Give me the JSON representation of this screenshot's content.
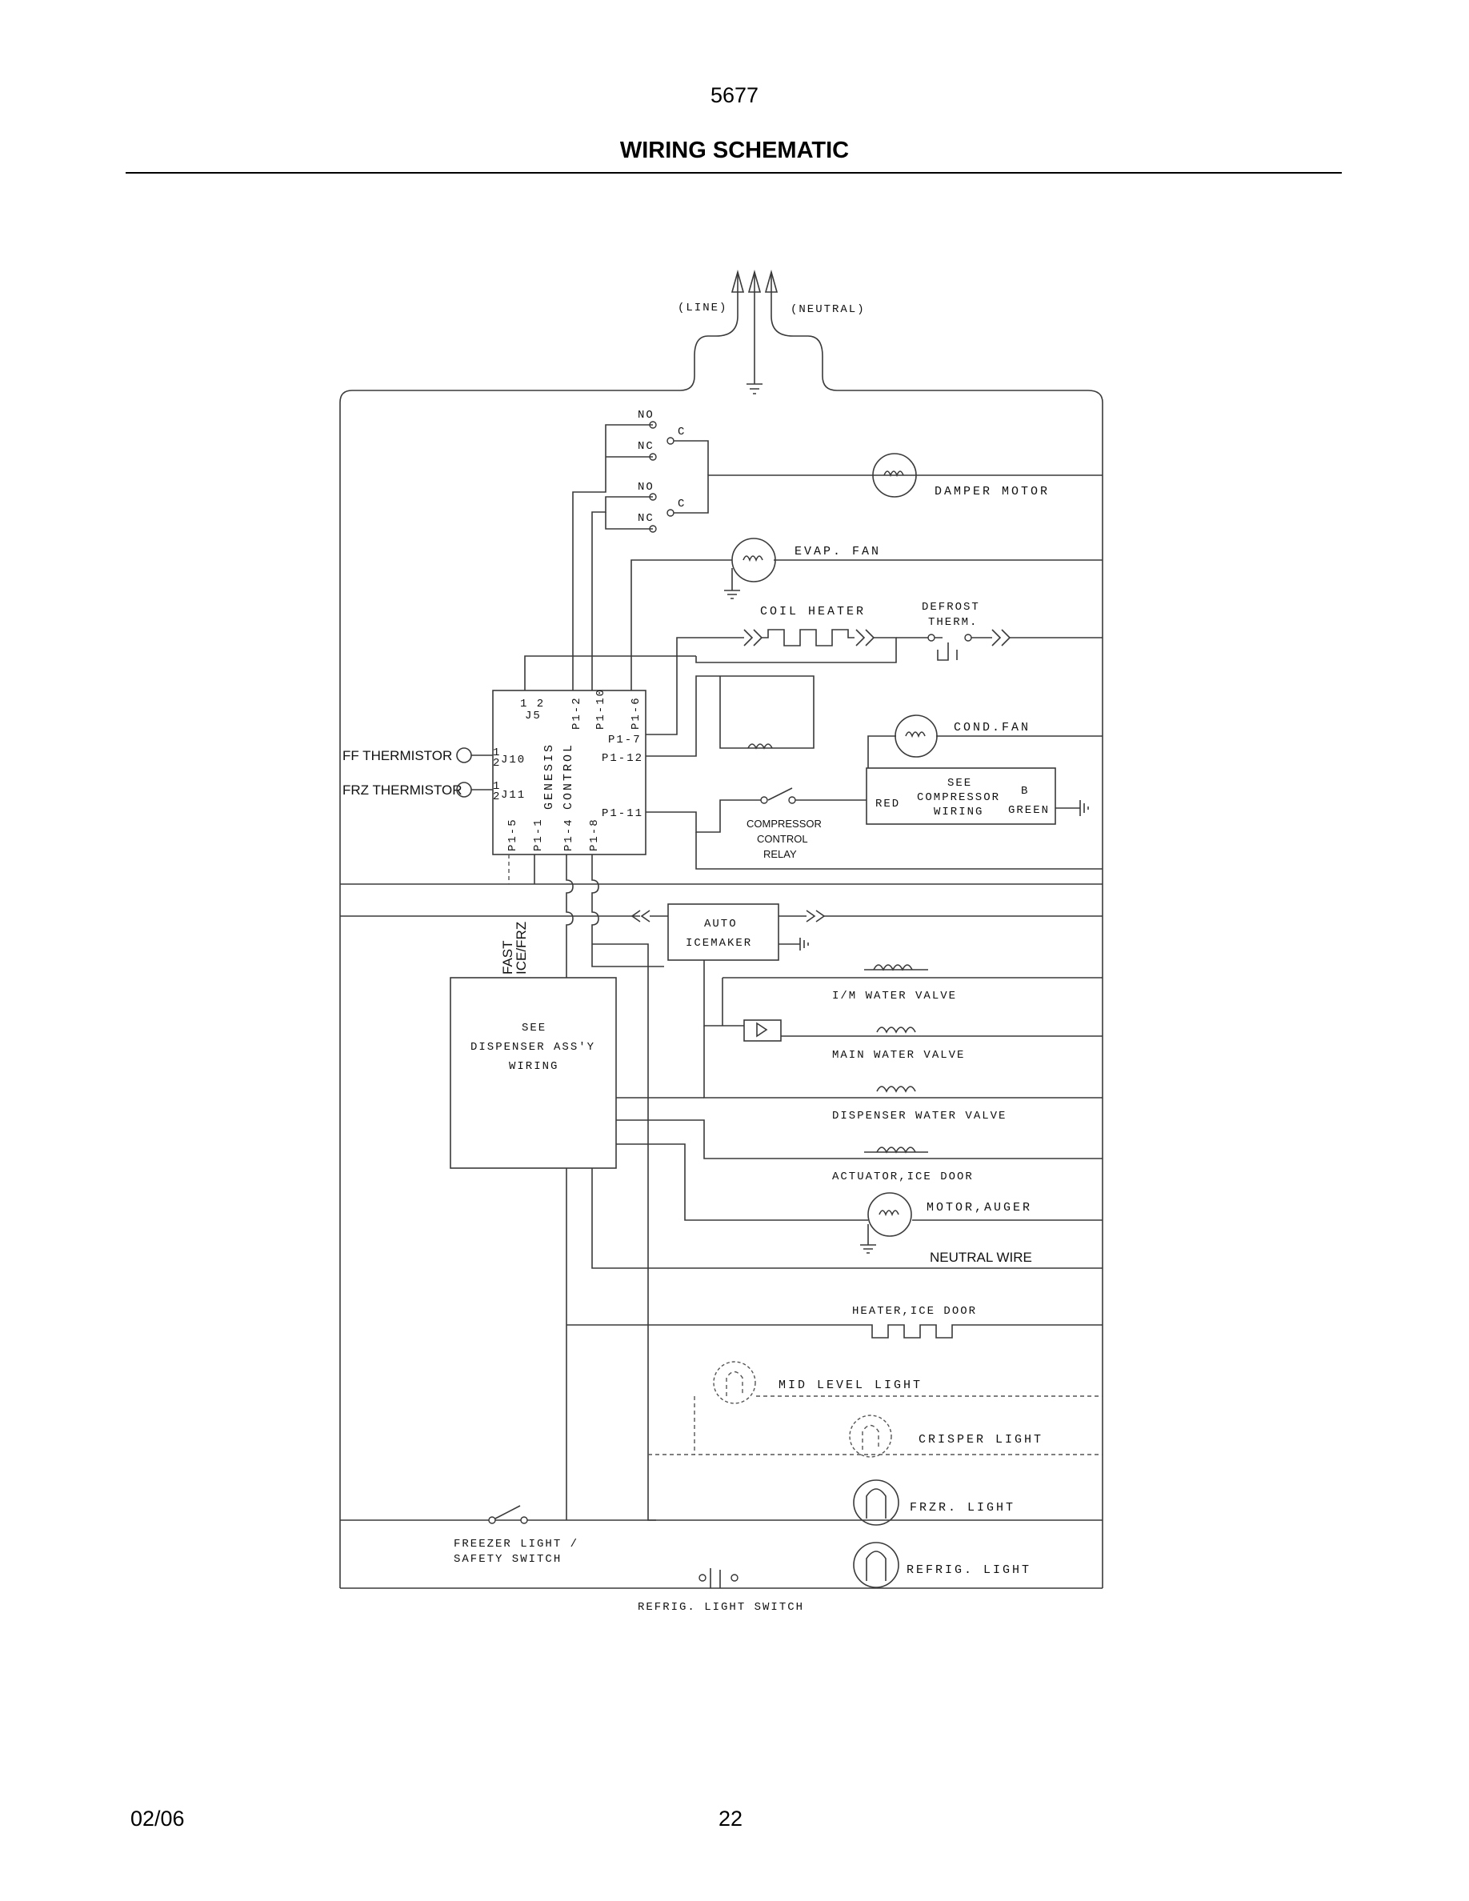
{
  "header": {
    "model_number": "5677",
    "title": "WIRING SCHEMATIC"
  },
  "footer": {
    "date": "02/06",
    "page_number": "22"
  },
  "schematic": {
    "supply": {
      "line": "(LINE)",
      "neutral": "(NEUTRAL)"
    },
    "switch_contacts": {
      "no": "NO",
      "nc": "NC",
      "c": "C"
    },
    "components": {
      "damper_motor": "DAMPER MOTOR",
      "evap_fan": "EVAP. FAN",
      "coil_heater": "COIL HEATER",
      "defrost_therm_1": "DEFROST",
      "defrost_therm_2": "THERM.",
      "cond_fan": "COND.FAN",
      "compressor_see": "SEE",
      "compressor_name": "COMPRESSOR",
      "compressor_wiring": "WIRING",
      "wire_red": "RED",
      "wire_b": "B",
      "wire_green": "GREEN",
      "relay_1": "COMPRESSOR",
      "relay_2": "CONTROL",
      "relay_3": "RELAY",
      "ff_thermistor": "FF THERMISTOR",
      "frz_thermistor": "FRZ THERMISTOR",
      "auto_icemaker_1": "AUTO",
      "auto_icemaker_2": "ICEMAKER",
      "im_water_valve": "I/M WATER VALVE",
      "main_water_valve": "MAIN WATER VALVE",
      "dispenser_water_valve": "DISPENSER WATER VALVE",
      "actuator_ice_door": "ACTUATOR,ICE DOOR",
      "motor_auger": "MOTOR,AUGER",
      "neutral_wire": "NEUTRAL WIRE",
      "heater_ice_door": "HEATER,ICE DOOR",
      "mid_level_light": "MID LEVEL LIGHT",
      "crisper_light": "CRISPER LIGHT",
      "frzr_light": "FRZR. LIGHT",
      "refrig_light": "REFRIG. LIGHT",
      "freezer_switch_1": "FREEZER LIGHT /",
      "freezer_switch_2": "SAFETY SWITCH",
      "refrig_light_switch": "REFRIG. LIGHT SWITCH",
      "dispenser_see": "SEE",
      "dispenser_assy": "DISPENSER ASS'Y",
      "dispenser_wiring": "WIRING",
      "fast_1": "FAST",
      "fast_2": "ICE/FRZ"
    },
    "control": {
      "name_1": "GENESIS",
      "name_2": "CONTROL",
      "j5": "J5",
      "j5_pins": "1 2",
      "j10": "J10",
      "j11": "J11",
      "pin_1": "1",
      "pin_2": "2",
      "p1_2": "P1-2",
      "p1_10": "P1-10",
      "p1_6": "P1-6",
      "p1_7": "P1-7",
      "p1_12": "P1-12",
      "p1_11": "P1-11",
      "p1_5": "P1-5",
      "p1_1": "P1-1",
      "p1_4": "P1-4",
      "p1_8": "P1-8"
    }
  }
}
